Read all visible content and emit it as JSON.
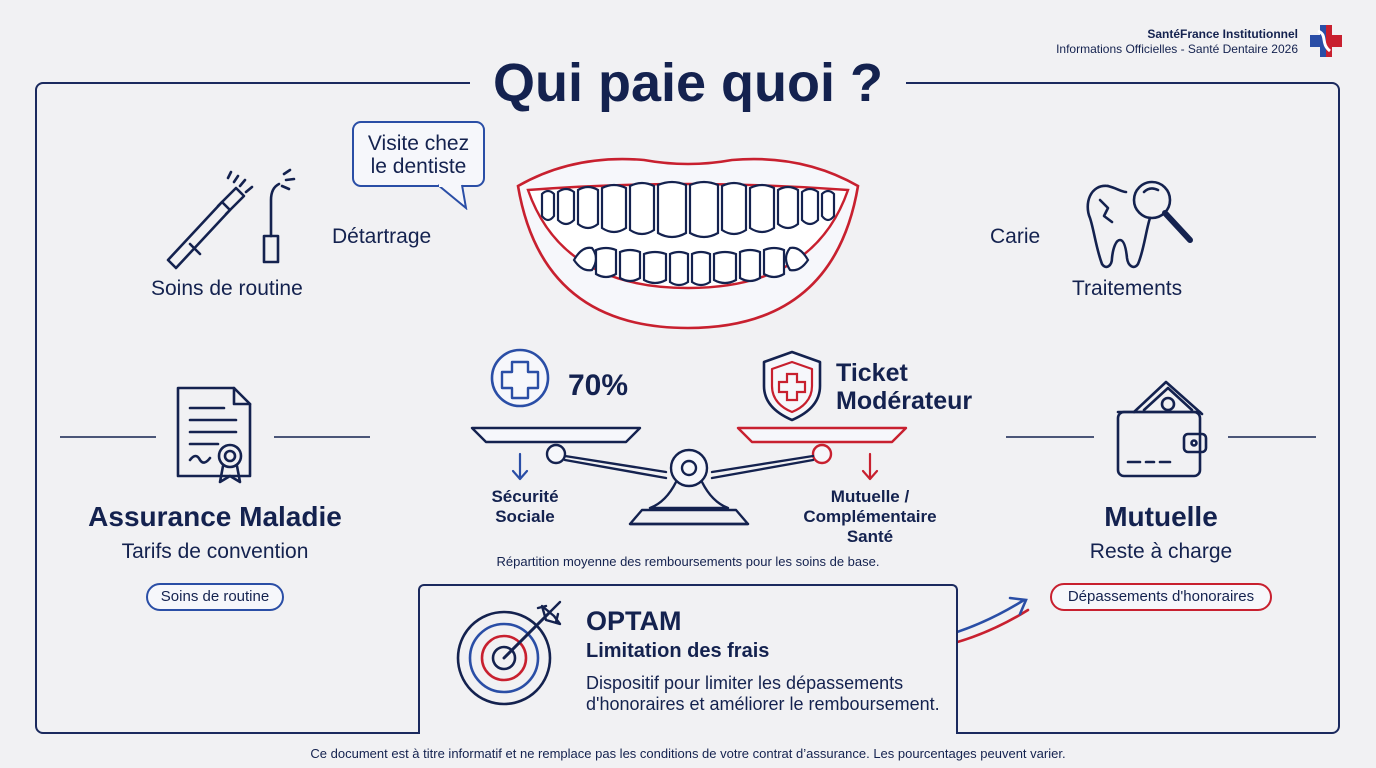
{
  "header": {
    "brand_name": "SantéFrance Institutionnel",
    "brand_subtitle": "Informations Officielles - Santé Dentaire 2026",
    "title": "Qui paie quoi ?"
  },
  "top": {
    "bubble_line1": "Visite chez",
    "bubble_line2": "le dentiste",
    "detartrage": "Détartrage",
    "routine_label": "Soins de routine",
    "carie": "Carie",
    "traitements": "Traitements"
  },
  "balance": {
    "left_percent": "70%",
    "left_label_line1": "Sécurité",
    "left_label_line2": "Sociale",
    "right_title_line1": "Ticket",
    "right_title_line2": "Modérateur",
    "right_label_line1": "Mutuelle /",
    "right_label_line2": "Complémentaire",
    "right_label_line3": "Santé",
    "caption": "Répartition moyenne des remboursements pour les soins de base."
  },
  "left_panel": {
    "title": "Assurance Maladie",
    "subtitle": "Tarifs de convention",
    "pill": "Soins de routine"
  },
  "right_panel": {
    "title": "Mutuelle",
    "subtitle": "Reste à charge",
    "pill": "Dépassements d'honoraires"
  },
  "optam": {
    "title": "OPTAM",
    "subtitle": "Limitation des frais",
    "desc_line1": "Dispositif pour limiter les dépassements",
    "desc_line2": "d'honoraires et améliorer le remboursement."
  },
  "footer": {
    "disclaimer": "Ce document est à titre informatif et ne remplace pas les conditions de votre contrat d’assurance. Les pourcentages peuvent varier."
  },
  "colors": {
    "navy": "#14224f",
    "blue": "#2a4ea6",
    "red": "#c8202f",
    "background": "#f1f1f3"
  }
}
